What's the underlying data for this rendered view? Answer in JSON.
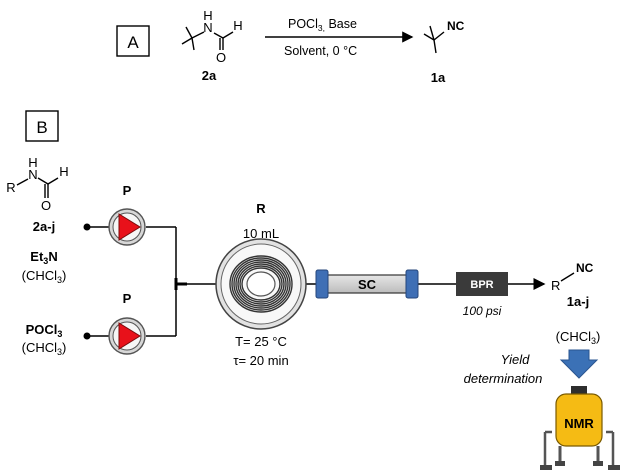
{
  "panel_a": {
    "label": "A",
    "reactant_id": "2a",
    "product_id": "1a",
    "product_group": "NC",
    "reactant_atoms": {
      "n": "N",
      "h_on_n": "H",
      "o": "O",
      "h_on_c": "H"
    },
    "conditions": {
      "reagent": "POCl",
      "reagent_sub": "3,",
      "reagent_tail": " Base",
      "solvent_temp": "Solvent, 0 °C"
    }
  },
  "panel_b": {
    "label": "B",
    "formamide": {
      "r": "R",
      "n": "N",
      "h_on_n": "H",
      "o": "O",
      "h_on_c": "H",
      "id": "2a-j"
    },
    "base": {
      "text": "Et",
      "sub": "3",
      "tail": "N"
    },
    "solvent_top": {
      "pre": "(CHCl",
      "sub": "3",
      "post": ")"
    },
    "pump_top_label": "P",
    "pump_bottom_label": "P",
    "reagent_bottom": {
      "text": "POCl",
      "sub": "3"
    },
    "solvent_bottom": {
      "pre": "(CHCl",
      "sub": "3",
      "post": ")"
    },
    "reactor": {
      "label": "R",
      "volume": "10 mL",
      "temperature": "T= 25 °C",
      "residence": "τ= 20 min"
    },
    "scavenger": "SC",
    "bpr": {
      "label": "BPR",
      "pressure": "100 psi"
    },
    "product": {
      "r": "R",
      "group": "NC",
      "id": "1a-j",
      "solvent": {
        "pre": "(CHCl",
        "sub": "3",
        "post": ")"
      }
    },
    "yield": {
      "line1": "Yield",
      "line2": "determination"
    },
    "nmr": "NMR"
  },
  "colors": {
    "pump_arrow": "#e8111a",
    "nmr_body": "#f5bb14",
    "nmr_arrow": "#3b71b6",
    "sc_cap": "#3f6fb5",
    "bpr_box": "#3a3a3a"
  }
}
